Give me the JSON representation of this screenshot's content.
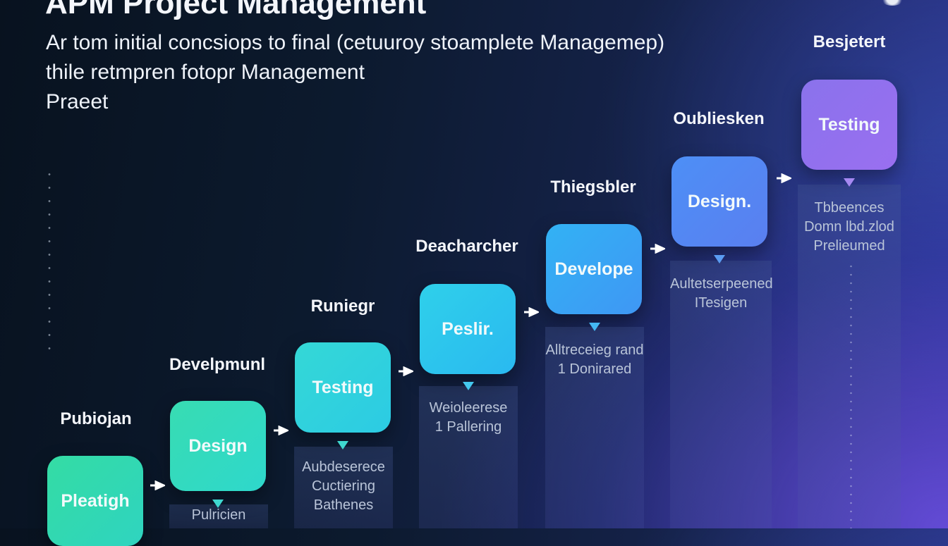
{
  "title": "APM Project Management",
  "subtitle": {
    "lines": [
      "Ar tom initial concsiops to final (cetuuroy stoamplete Managemep)",
      "thile retmpren fotopr Management",
      "Praeet"
    ]
  },
  "stages": [
    {
      "heading": "Pubiojan",
      "box_label": "Pleatigh",
      "lane_lines": [],
      "color_from": "#34dca4",
      "color_to": "#2fd4c0"
    },
    {
      "heading": "Develpmunl",
      "box_label": "Design",
      "lane_lines": [
        "Pulricien"
      ],
      "color_from": "#38dcb2",
      "color_to": "#2ed8cc"
    },
    {
      "heading": "Runiegr",
      "box_label": "Testing",
      "lane_lines": [
        "Aubdeserece",
        "Cuctiering",
        "Bathenes"
      ],
      "color_from": "#34d8d6",
      "color_to": "#2ccbe4"
    },
    {
      "heading": "Deacharcher",
      "box_label": "Peslir.",
      "lane_lines": [
        "Weioleerese",
        "1 Pallering"
      ],
      "color_from": "#2fd0ea",
      "color_to": "#2ab9f0"
    },
    {
      "heading": "Thiegsbler",
      "box_label": "Develope",
      "lane_lines": [
        "Alltreceieg rand",
        "1 Donirared"
      ],
      "color_from": "#32b2f4",
      "color_to": "#3f97f4"
    },
    {
      "heading": "Oubliesken",
      "box_label": "Design.",
      "lane_lines": [
        "Aultetserpeened",
        "ITesigen"
      ],
      "color_from": "#4d8ff6",
      "color_to": "#5a7ff0"
    },
    {
      "heading": "Besjetert",
      "box_label": "Testing",
      "lane_lines": [
        "Tbbeences",
        "Domn lbd.zlod",
        "Prelieumed"
      ],
      "color_from": "#8a72ec",
      "color_to": "#9a6ff0"
    }
  ],
  "colors": {
    "arrow": "#ffffff",
    "down_arrow_teal": "#3fd8d0",
    "down_arrow_blue": "#44b8f2",
    "down_arrow_purple": "#a689f2"
  }
}
